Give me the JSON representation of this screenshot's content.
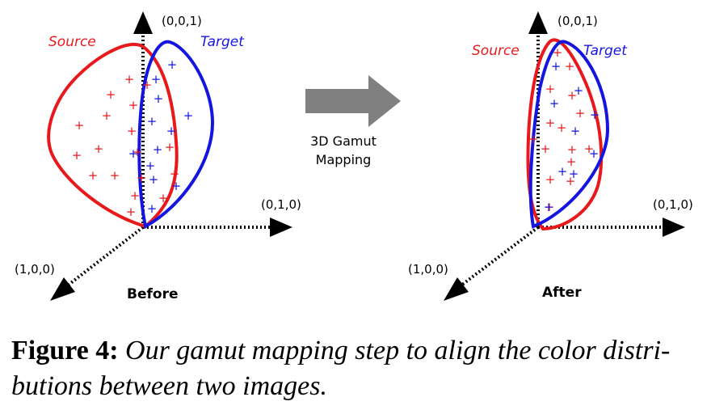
{
  "axes": {
    "z": "(0,0,1)",
    "y": "(0,1,0)",
    "x": "(1,0,0)"
  },
  "series": {
    "source": {
      "name": "Source",
      "color": "#e8191d"
    },
    "target": {
      "name": "Target",
      "color": "#1515e0"
    }
  },
  "panels": {
    "before": "Before",
    "after": "After"
  },
  "transition": {
    "line1": "3D Gamut",
    "line2": "Mapping"
  },
  "marker_glyph": "+",
  "caption": {
    "lead": "Figure 4:",
    "line1": "Our gamut mapping step to align the color distri-",
    "line2": "butions between two images."
  }
}
